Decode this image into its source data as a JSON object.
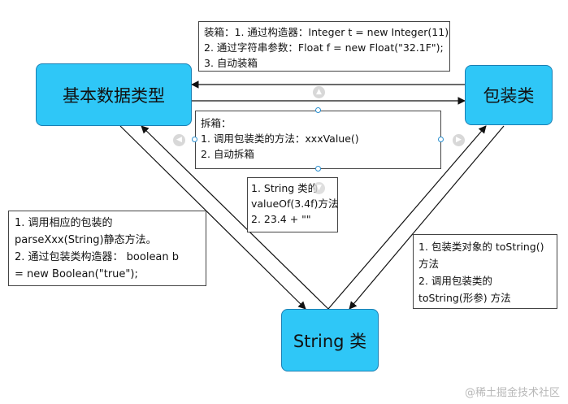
{
  "nodes": {
    "basic": "基本数据类型",
    "wrapper": "包装类",
    "string": "String 类"
  },
  "notes": {
    "boxing": [
      "装箱：1. 通过构造器：Integer t = new Integer(11)",
      "2. 通过字符串参数：Float f = new Float(\"32.1F\");",
      "3. 自动装箱"
    ],
    "unboxing": [
      "拆箱：",
      "1. 调用包装类的方法：xxxValue()",
      "2. 自动拆箱"
    ],
    "basic_to_string": [
      "1. String 类的",
      "valueOf(3.4f)方法",
      "2. 23.4 + \"\""
    ],
    "string_to_basic": [
      "1. 调用相应的包装的",
      "parseXxx(String)静态方法。",
      "2. 通过包装类构造器：  boolean b",
      "= new Boolean(\"true\");"
    ],
    "wrapper_to_string": [
      "1. 包装类对象的 toString()",
      "方法",
      "2. 调用包装类的",
      "toString(形参) 方法"
    ]
  },
  "watermark": "@稀土掘金技术社区",
  "colors": {
    "node_fill": "#2fc7f7",
    "node_border": "#1a7fb3",
    "handle": "#2a8fd0"
  }
}
